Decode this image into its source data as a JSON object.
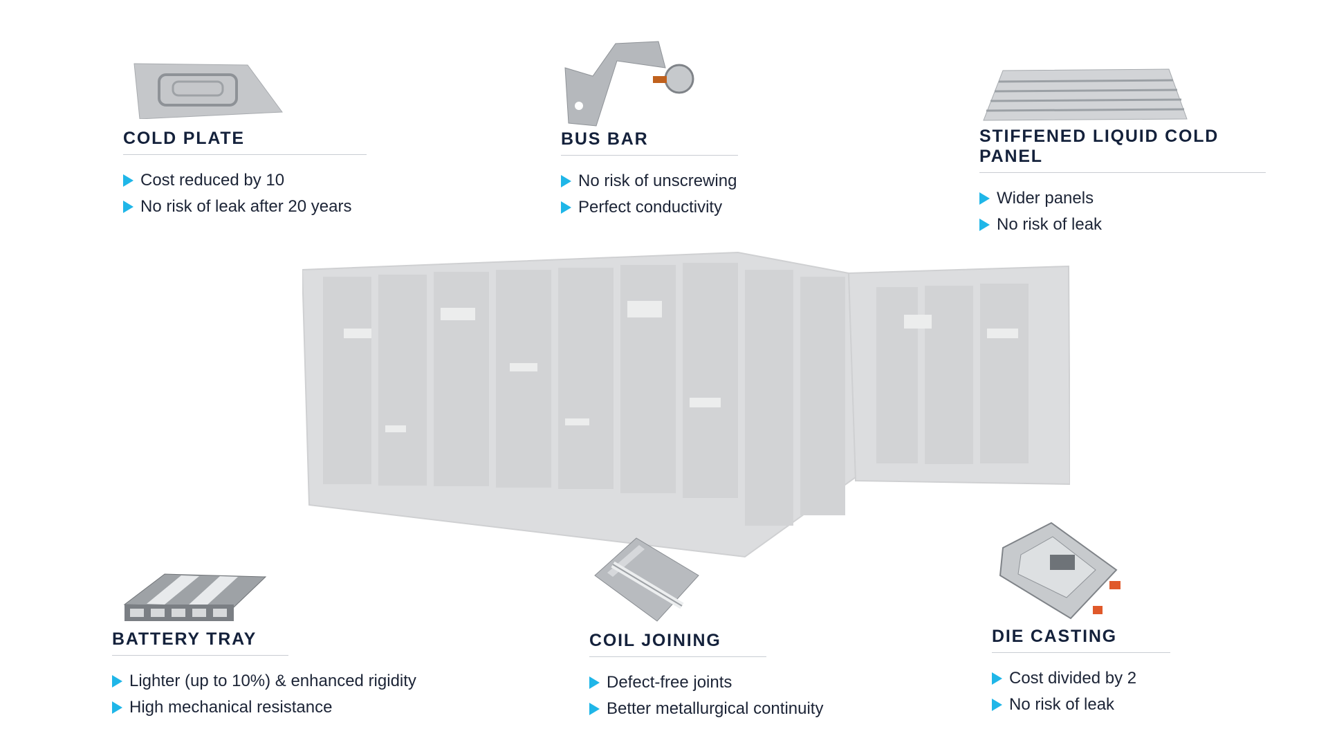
{
  "features": {
    "cold_plate": {
      "title": "COLD PLATE",
      "items": [
        "Cost reduced by 10",
        "No risk of leak after 20 years"
      ],
      "image": "cold-plate-photo"
    },
    "bus_bar": {
      "title": "BUS BAR",
      "items": [
        "No risk of unscrewing",
        "Perfect conductivity"
      ],
      "image": "bus-bar-photo"
    },
    "stiffened_panel": {
      "title": "STIFFENED LIQUID COLD PANEL",
      "items": [
        "Wider panels",
        "No risk of leak"
      ],
      "image": "panel-photo"
    },
    "battery_tray": {
      "title": "BATTERY TRAY",
      "items": [
        "Lighter (up to 10%) & enhanced rigidity",
        "High mechanical resistance"
      ],
      "image": "battery-tray-photo"
    },
    "coil_joining": {
      "title": "COIL JOINING",
      "items": [
        "Defect-free joints",
        "Better metallurgical continuity"
      ],
      "image": "coil-joining-photo"
    },
    "die_casting": {
      "title": "DIE CASTING",
      "items": [
        "Cost divided by 2",
        "No risk of leak"
      ],
      "image": "die-casting-photo"
    }
  },
  "colors": {
    "accent": "#1fb6e8",
    "heading": "#14213b",
    "text": "#1c2436",
    "rule": "#c8ccd2",
    "server": "#d9dadb"
  },
  "icons": {
    "bullet": "triangle-right-icon"
  }
}
